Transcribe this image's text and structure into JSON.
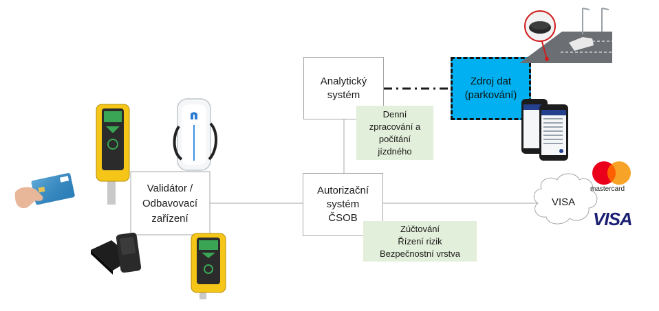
{
  "nodes": {
    "validator": {
      "lines": [
        "Validátor /",
        "Odbavovací",
        "zařízení"
      ]
    },
    "analytic": {
      "lines": [
        "Analytický",
        "systém"
      ]
    },
    "authorization": {
      "lines": [
        "Autorizační",
        "systém",
        "ČSOB"
      ]
    },
    "data_source": {
      "lines": [
        "Zdroj dat",
        "(parkování)"
      ]
    },
    "visa_cloud": {
      "label": "VISA"
    }
  },
  "notes": {
    "daily": {
      "lines": [
        "Denní",
        "zpracování a",
        "počítání",
        "jízdného"
      ]
    },
    "clearing": {
      "lines": [
        "Zúčtování",
        "Řízení rizik",
        "Bezpečnostní vrstva"
      ]
    }
  },
  "logos": {
    "mastercard": "mastercard",
    "visa": "VISA"
  },
  "icons": [
    "payment-card-hand-icon",
    "validator-device-icon",
    "charging-station-icon",
    "card-terminal-icon",
    "parking-sensor-icon",
    "smartphones-icon"
  ],
  "colors": {
    "box_border": "#a6a6a6",
    "note_fill": "#e2efda",
    "data_source_fill": "#00b0f0",
    "validator_yellow": "#f5c518",
    "mc_red": "#eb001b",
    "mc_orange": "#f79e1b",
    "visa_blue": "#1a1f71"
  }
}
